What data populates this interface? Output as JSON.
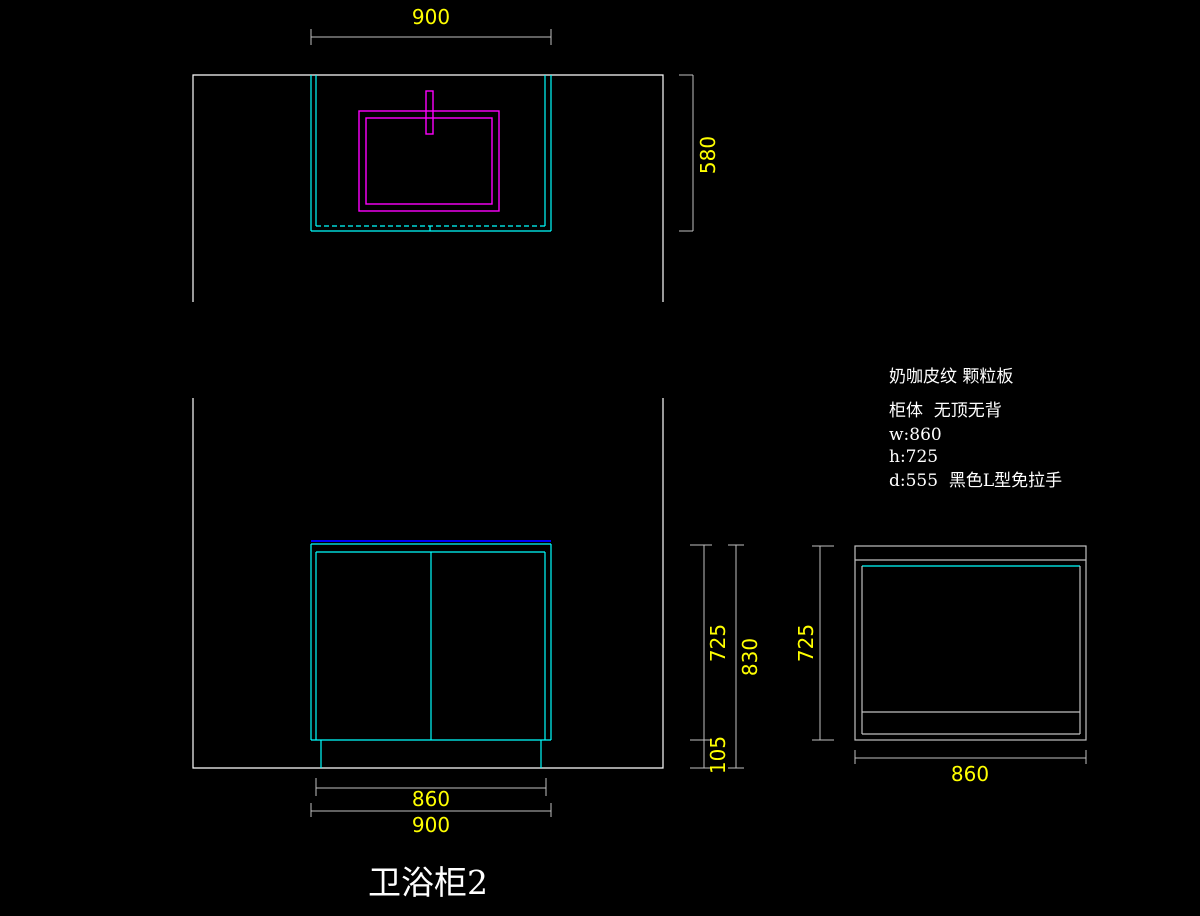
{
  "drawing_title": "卫浴柜2",
  "notes": {
    "finish": "奶咖皮纹 颗粒板",
    "body": "柜体  无顶无背",
    "width": "w:860",
    "height": "h:725",
    "depth_handle": "d:555  黑色L型免拉手"
  },
  "dimensions": {
    "top_width": "900",
    "top_depth": "580",
    "front_cabinet_width": "860",
    "front_overall_width": "900",
    "front_cabinet_height": "725",
    "front_leg_height": "105",
    "front_total_height": "830",
    "side_height": "725",
    "side_width": "860"
  },
  "colors": {
    "outline": "#ffffff",
    "cabinet": "#00ffff",
    "basin": "#ff00ff",
    "countertop": "#0000ff",
    "dimension_text": "#ffff00",
    "side_view": "#c0c0c0"
  }
}
